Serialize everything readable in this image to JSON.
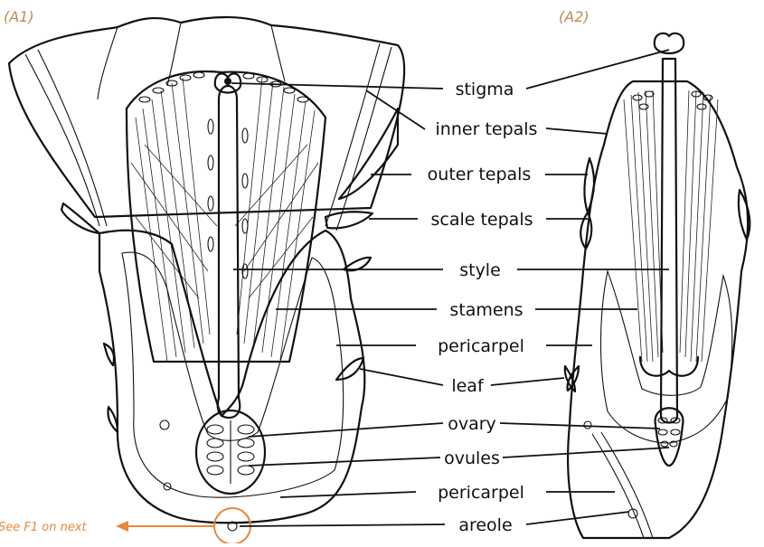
{
  "panels": {
    "a1": "(A1)",
    "a2": "(A2)"
  },
  "labels": {
    "stigma": "stigma",
    "inner_tepals": "inner tepals",
    "outer_tepals": "outer tepals",
    "scale_tepals": "scale tepals",
    "style": "style",
    "stamens": "stamens",
    "pericarpel_1": "pericarpel",
    "leaf": "leaf",
    "ovary": "ovary",
    "ovules": "ovules",
    "pericarpel_2": "pericarpel",
    "areole": "areole"
  },
  "note": "See F1 on next",
  "colors": {
    "ink": "#111111",
    "panel_label": "#c08a52",
    "accent": "#e8873a"
  }
}
